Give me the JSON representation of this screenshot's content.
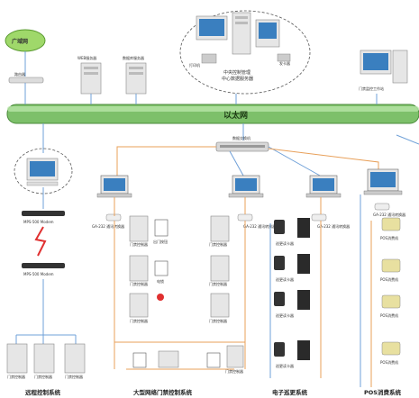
{
  "labels": {
    "wan": "广域网",
    "router": "路由器",
    "web_server": "WEB服务器",
    "db_server": "数据库服务器",
    "central_server_line1": "中央控制管理",
    "central_server_line2": "中心数据服务器",
    "issuer": "发卡器",
    "printer": "打印机",
    "gate_monitor": "门禁监控工作站",
    "ethernet": "以太网",
    "switch": "数据交换机",
    "modem_top": "MPS-500 Modem",
    "modem_bottom": "MPS-500 Modem",
    "reader_usb_1": "GA-232 通讯转换器",
    "reader_usb_2": "GA-232 通讯转换器",
    "reader_usb_3": "GA-232 通讯转换器",
    "reader_usb_4": "GA-232 通讯转换器",
    "door_ctrl_a1": "门禁控制器",
    "door_ctrl_a2": "门禁控制器",
    "door_ctrl_a3": "门禁控制器",
    "door_ctrl_b1": "门禁控制器",
    "door_ctrl_b2": "门禁控制器",
    "door_ctrl_b3": "门禁控制器",
    "door_ctrl_b4": "门禁控制器",
    "exit_btn": "出门按钮",
    "lock": "电锁",
    "remote_ctrl_1": "门禁控制器",
    "remote_ctrl_2": "门禁控制器",
    "remote_ctrl_3": "门禁控制器",
    "patrol_1": "巡更读卡器",
    "patrol_2": "巡更读卡器",
    "patrol_3": "巡更读卡器",
    "patrol_4": "巡更读卡器",
    "pos_1": "POS消费机",
    "pos_2": "POS消费机",
    "pos_3": "POS消费机",
    "pos_4": "POS消费机",
    "sys_remote": "远程控制系统",
    "sys_door": "大型网络门禁控制系统",
    "sys_patrol": "电子巡更系统",
    "sys_pos": "POS消费系统"
  },
  "colors": {
    "ethernet_bar": "#7dc06a",
    "orange_line": "#e8a05a",
    "blue_line": "#6fa0d8",
    "device_body": "#e6e6e6",
    "monitor_screen": "#3a7fbf",
    "wan_cloud": "#9fd86a"
  }
}
